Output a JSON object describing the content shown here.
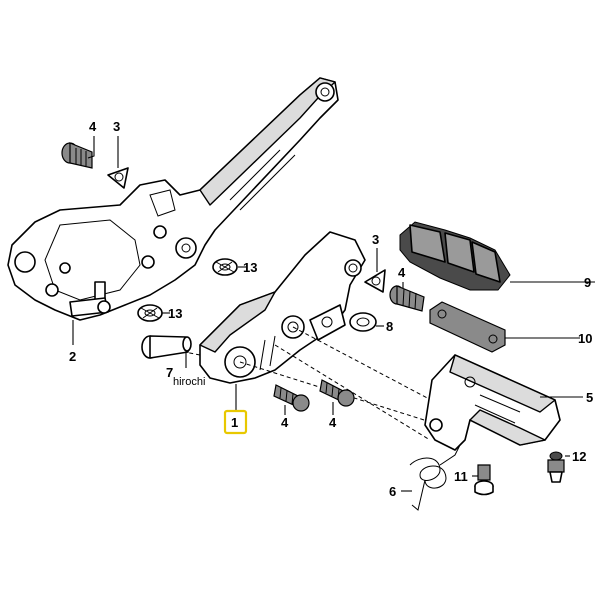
{
  "watermark": "hirochi",
  "callouts": {
    "c1": "1",
    "c2": "2",
    "c3a": "3",
    "c3b": "3",
    "c4a": "4",
    "c4b": "4",
    "c4c": "4",
    "c4d": "4",
    "c5": "5",
    "c6": "6",
    "c7": "7",
    "c8": "8",
    "c9": "9",
    "c10": "10",
    "c11": "11",
    "c12": "12",
    "c13a": "13",
    "c13b": "13"
  },
  "highlight_color": "#e8c800"
}
